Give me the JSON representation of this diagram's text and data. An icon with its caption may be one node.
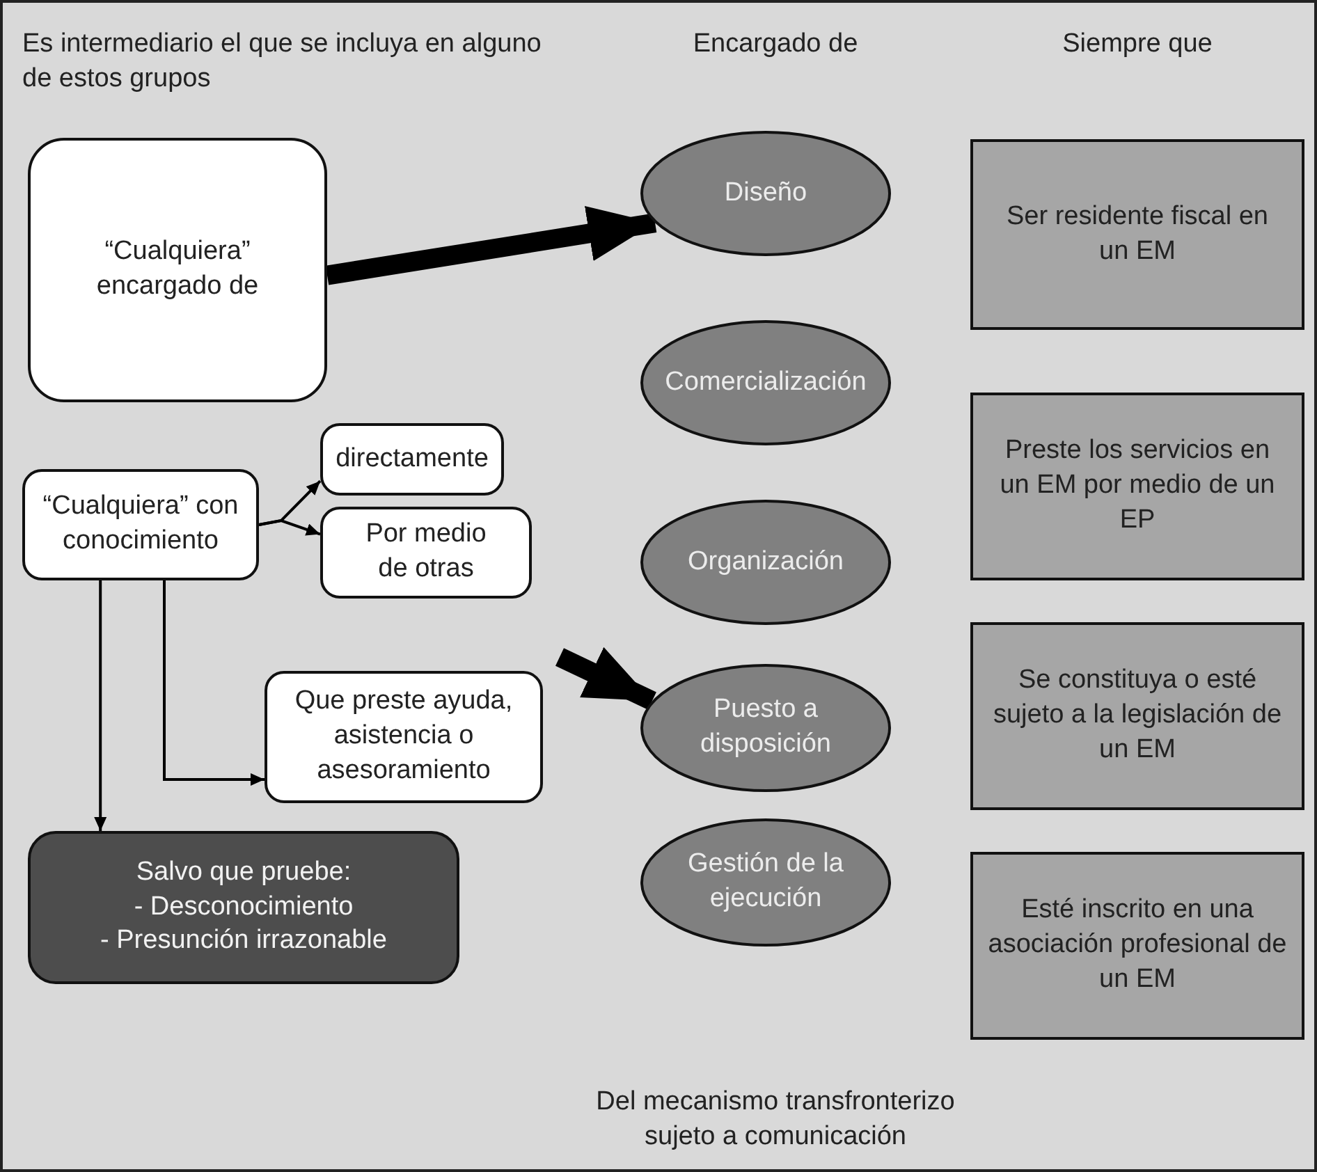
{
  "diagram": {
    "nodes": [
      {
        "text": [
          "“Cualquiera” encargado de"
        ]
      },
      {
        "text": [
          "“Cualquiera” con conocimiento"
        ]
      },
      {
        "text": [
          "directamente"
        ]
      },
      {
        "text": [
          "Por medio de otras"
        ]
      },
      {
        "text": [
          "Que preste ayuda, asistencia o asesoramiento"
        ]
      },
      {
        "text": [
          "Salvo que pruebe:",
          "- Desconocimiento",
          "- Presunción irrazonable"
        ]
      },
      {
        "text": [
          "Diseño"
        ]
      },
      {
        "text": [
          "Comercialización"
        ]
      },
      {
        "text": [
          "Organización"
        ]
      },
      {
        "text": [
          "Puesto a disposición"
        ]
      },
      {
        "text": [
          "Gestión de la ejecución"
        ]
      },
      {
        "text": [
          "Ser residente fiscal en un EM"
        ]
      },
      {
        "text": [
          "Preste los servicios en un EM por medio de un EP"
        ]
      },
      {
        "text": [
          "Se constituya o esté sujeto a la legislación de un EM"
        ]
      },
      {
        "text": [
          "Esté inscrito en una asociación profesional de un EM"
        ]
      }
    ],
    "edges": [
      {
        "from": 0,
        "to": 6,
        "arrow": "to",
        "style": "thick"
      },
      {
        "from": 1,
        "to": 2,
        "arrow": "to"
      },
      {
        "from": 1,
        "to": 3,
        "arrow": "to"
      },
      {
        "from": 1,
        "to": 4,
        "arrow": "to"
      },
      {
        "from": 1,
        "to": 5,
        "arrow": "to"
      },
      {
        "from": null,
        "to": 9,
        "arrow": "to",
        "style": "thick"
      }
    ],
    "labels": [
      "Es intermediario el que se incluya en alguno de estos grupos",
      "Encargado de",
      "Siempre que",
      "Del mecanismo transfronterizo sujeto a comunicación"
    ]
  }
}
